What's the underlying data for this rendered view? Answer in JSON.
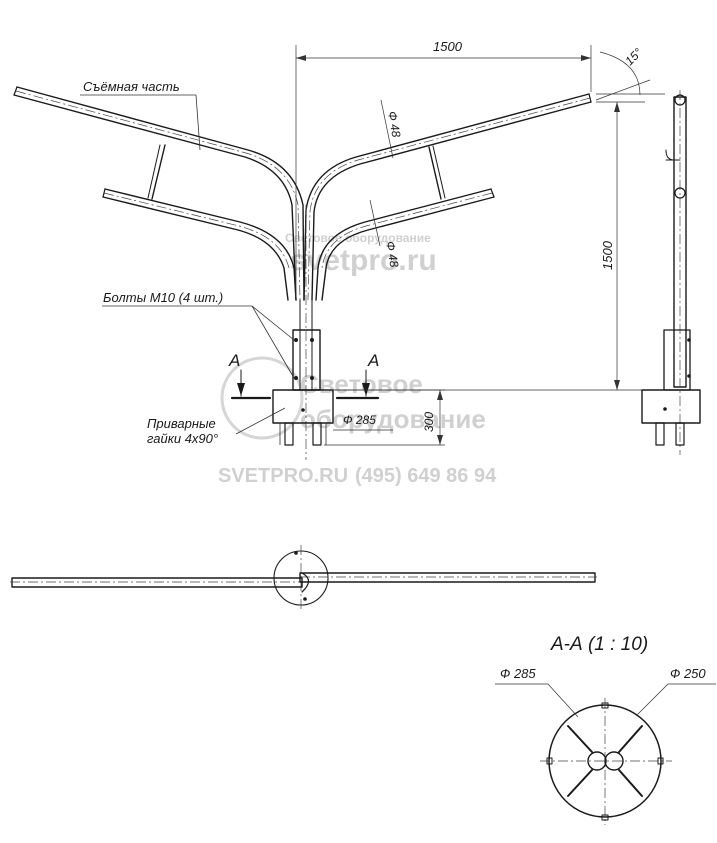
{
  "labels": {
    "removable_part": "Съёмная часть",
    "bolts": "Болты М10 (4 шт.)",
    "welded_nuts_line1": "Приварные",
    "welded_nuts_line2": "гайки 4х90°",
    "section_mark": "А",
    "section_title": "А-А (1 : 10)"
  },
  "dimensions": {
    "width_top": "1500",
    "height_right": "1500",
    "angle": "15°",
    "pipe_dia_1": "Ф 48",
    "pipe_dia_2": "Ф 48",
    "base_dia": "Ф 285",
    "base_height": "300",
    "section_dia_outer": "Ф 285",
    "section_dia_inner": "Ф 250"
  },
  "watermark": {
    "text1": "Световое оборудование",
    "text2": "svetpro.ru",
    "text3": "Световое",
    "text4": "оборудование",
    "text5": "SVETPRO.RU",
    "text6": "(495) 649 86 94"
  },
  "colors": {
    "line": "#1a1a1a",
    "watermark": "#d0d0d0"
  }
}
